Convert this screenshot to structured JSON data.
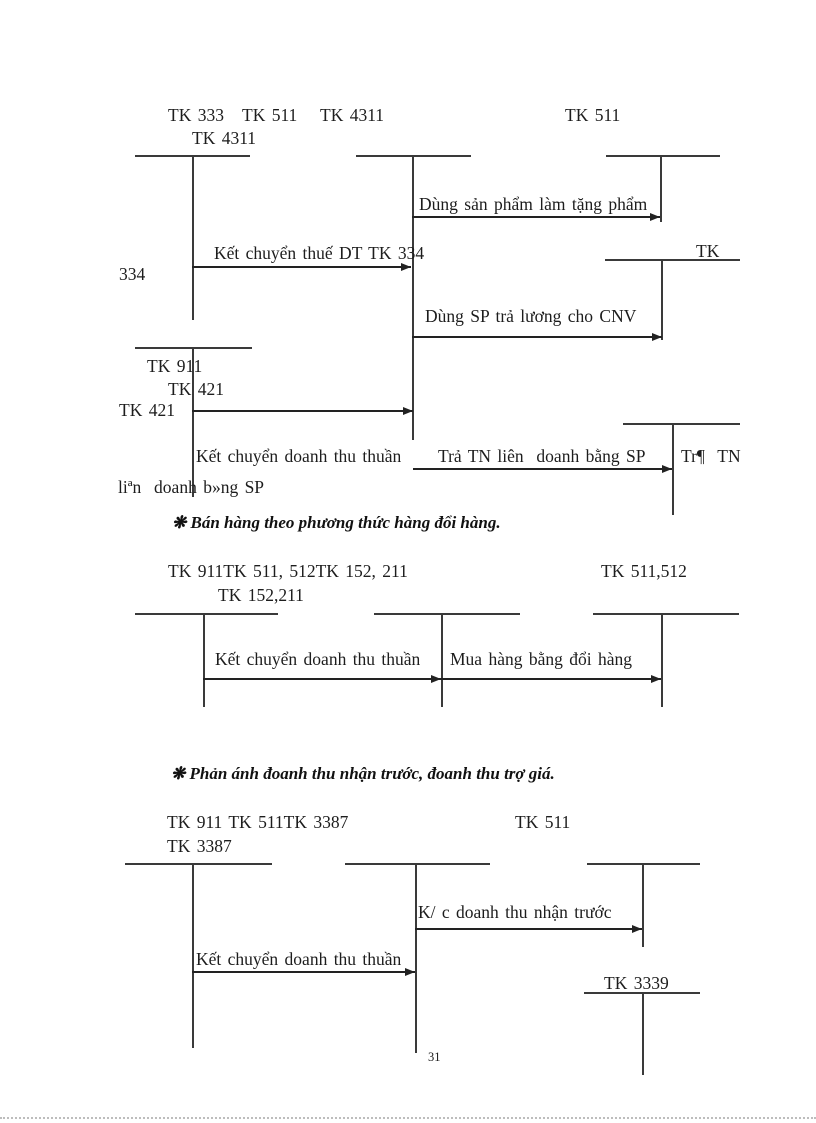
{
  "ink": "#222222",
  "page": {
    "number": "31"
  },
  "s1": {
    "hdr_333": "TK 333",
    "hdr_511a": "TK 511",
    "hdr_4311a": "TK 4311",
    "hdr_511b": "TK 511",
    "hdr_4311b": "TK 4311",
    "lbl_tang_pham": "Dùng sản phẩm làm tặng phẩm",
    "lbl_tk": "TK",
    "lbl_334": "334",
    "lbl_kc_thue": "Kết chuyển thuế DT TK 334",
    "lbl_tra_luong": "Dùng SP trả lương cho CNV",
    "hdr_911": "TK 911",
    "hdr_421_mid": "TK 421",
    "hdr_421_left": "TK 421",
    "lbl_kc_dtt": "Kết chuyển doanh thu thuần",
    "lbl_tra_tn": "Trả TN liên  doanh bằng SP",
    "lbl_tra_tn_cont": "Tr¶  TN",
    "lbl_lien_doanh": "liªn  doanh b»ng SP"
  },
  "s2": {
    "heading": "❋ Bán hàng theo phương thức hàng đổi hàng.",
    "hdr_row1": "TK 911TK 511, 512TK 152, 211",
    "hdr_right": "TK 511,512",
    "hdr_row2": "TK 152,211",
    "lbl_kc_dtt": "Kết chuyển doanh thu thuần",
    "lbl_mua_hang": "Mua hàng bằng đổi hàng"
  },
  "s3": {
    "heading": "❋ Phản ánh đoanh thu nhận trước, đoanh thu trợ giá.",
    "hdr_row1": "TK 911 TK 511TK 3387",
    "hdr_right": "TK 511",
    "hdr_row2": "TK 3387",
    "lbl_kc_truoc": "K/ c doanh thu nhận trước",
    "lbl_kc_dtt": "Kết chuyển doanh thu thuần",
    "hdr_3339": "TK 3339"
  }
}
